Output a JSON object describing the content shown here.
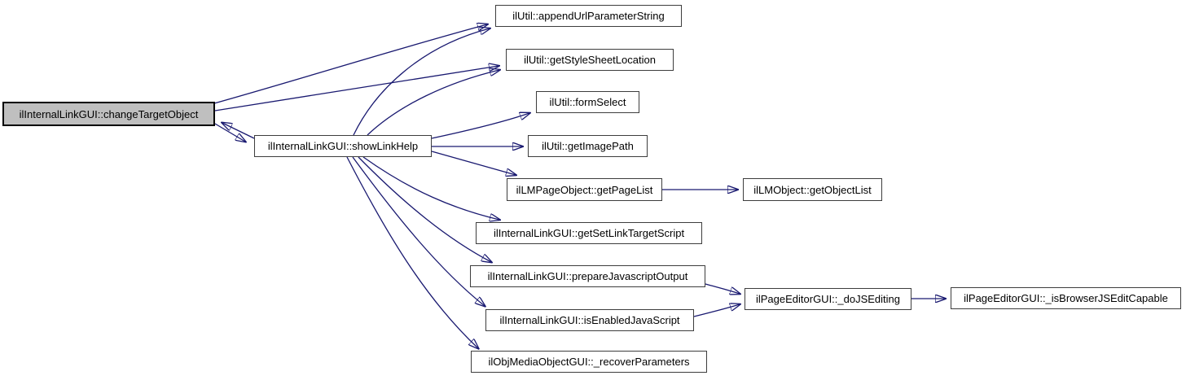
{
  "diagram": {
    "type": "call-graph",
    "colors": {
      "background": "#ffffff",
      "edge": "#191970",
      "node_fill": "#ffffff",
      "node_border": "#3d3d3d",
      "highlight_fill": "#bfbfbf",
      "highlight_border": "#000000"
    },
    "nodes": [
      {
        "id": "changeTargetObject",
        "label": "ilInternalLinkGUI::changeTargetObject",
        "highlighted": true
      },
      {
        "id": "showLinkHelp",
        "label": "ilInternalLinkGUI::showLinkHelp",
        "highlighted": false
      },
      {
        "id": "appendUrlParameterString",
        "label": "ilUtil::appendUrlParameterString",
        "highlighted": false
      },
      {
        "id": "getStyleSheetLocation",
        "label": "ilUtil::getStyleSheetLocation",
        "highlighted": false
      },
      {
        "id": "formSelect",
        "label": "ilUtil::formSelect",
        "highlighted": false
      },
      {
        "id": "getImagePath",
        "label": "ilUtil::getImagePath",
        "highlighted": false
      },
      {
        "id": "getPageList",
        "label": "ilLMPageObject::getPageList",
        "highlighted": false
      },
      {
        "id": "getObjectList",
        "label": "ilLMObject::getObjectList",
        "highlighted": false
      },
      {
        "id": "getSetLinkTargetScript",
        "label": "ilInternalLinkGUI::getSetLinkTargetScript",
        "highlighted": false
      },
      {
        "id": "prepareJavascriptOutput",
        "label": "ilInternalLinkGUI::prepareJavascriptOutput",
        "highlighted": false
      },
      {
        "id": "isEnabledJavaScript",
        "label": "ilInternalLinkGUI::isEnabledJavaScript",
        "highlighted": false
      },
      {
        "id": "recoverParameters",
        "label": "ilObjMediaObjectGUI::_recoverParameters",
        "highlighted": false
      },
      {
        "id": "doJSEditing",
        "label": "ilPageEditorGUI::_doJSEditing",
        "highlighted": false
      },
      {
        "id": "isBrowserJSEditCapable",
        "label": "ilPageEditorGUI::_isBrowserJSEditCapable",
        "highlighted": false
      }
    ],
    "edges": [
      {
        "from": "changeTargetObject",
        "to": "showLinkHelp"
      },
      {
        "from": "changeTargetObject",
        "to": "appendUrlParameterString"
      },
      {
        "from": "changeTargetObject",
        "to": "getStyleSheetLocation"
      },
      {
        "from": "showLinkHelp",
        "to": "changeTargetObject"
      },
      {
        "from": "showLinkHelp",
        "to": "appendUrlParameterString"
      },
      {
        "from": "showLinkHelp",
        "to": "getStyleSheetLocation"
      },
      {
        "from": "showLinkHelp",
        "to": "formSelect"
      },
      {
        "from": "showLinkHelp",
        "to": "getImagePath"
      },
      {
        "from": "showLinkHelp",
        "to": "getPageList"
      },
      {
        "from": "showLinkHelp",
        "to": "getSetLinkTargetScript"
      },
      {
        "from": "showLinkHelp",
        "to": "prepareJavascriptOutput"
      },
      {
        "from": "showLinkHelp",
        "to": "isEnabledJavaScript"
      },
      {
        "from": "showLinkHelp",
        "to": "recoverParameters"
      },
      {
        "from": "getPageList",
        "to": "getObjectList"
      },
      {
        "from": "prepareJavascriptOutput",
        "to": "doJSEditing"
      },
      {
        "from": "isEnabledJavaScript",
        "to": "doJSEditing"
      },
      {
        "from": "doJSEditing",
        "to": "isBrowserJSEditCapable"
      }
    ]
  }
}
